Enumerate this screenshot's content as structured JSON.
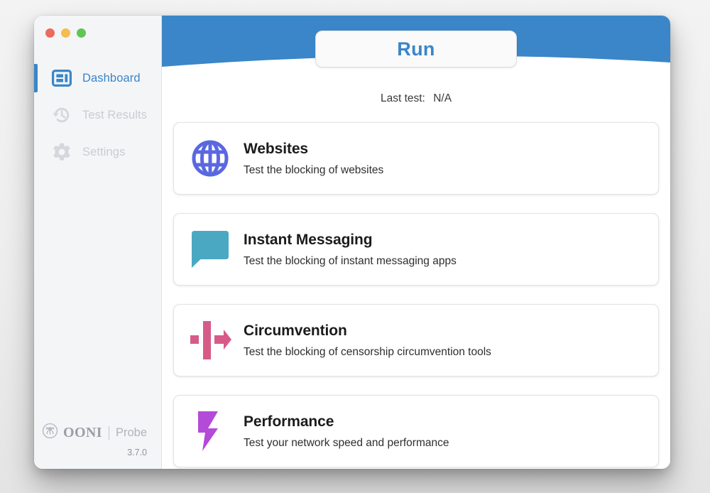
{
  "window": {
    "traffic_lights": [
      {
        "name": "close",
        "color": "#ed6a5e"
      },
      {
        "name": "minimize",
        "color": "#f4bd4f"
      },
      {
        "name": "maximize",
        "color": "#61c554"
      }
    ]
  },
  "sidebar": {
    "items": [
      {
        "id": "dashboard",
        "label": "Dashboard",
        "icon": "dashboard-icon",
        "active": true
      },
      {
        "id": "test-results",
        "label": "Test Results",
        "icon": "history-clock-icon",
        "active": false
      },
      {
        "id": "settings",
        "label": "Settings",
        "icon": "gear-icon",
        "active": false
      }
    ],
    "brand": {
      "name": "OONI",
      "sub": "Probe",
      "version": "3.7.0",
      "logo": "ooni-octopus-logo"
    }
  },
  "header": {
    "run_label": "Run",
    "last_test_label": "Last test:",
    "last_test_value": "N/A",
    "banner_color": "#3a86c8",
    "accent_color": "#3a86c8"
  },
  "cards": [
    {
      "id": "websites",
      "title": "Websites",
      "description": "Test the blocking of websites",
      "icon": "globe-icon",
      "color": "#5a68e0"
    },
    {
      "id": "instant-messaging",
      "title": "Instant Messaging",
      "description": "Test the blocking of instant messaging apps",
      "icon": "speech-bubble-icon",
      "color": "#4ba8c2"
    },
    {
      "id": "circumvention",
      "title": "Circumvention",
      "description": "Test the blocking of censorship circumvention tools",
      "icon": "arrow-through-barrier-icon",
      "color": "#d65b89"
    },
    {
      "id": "performance",
      "title": "Performance",
      "description": "Test your network speed and performance",
      "icon": "lightning-bolt-icon",
      "color": "#b44ad8"
    }
  ]
}
